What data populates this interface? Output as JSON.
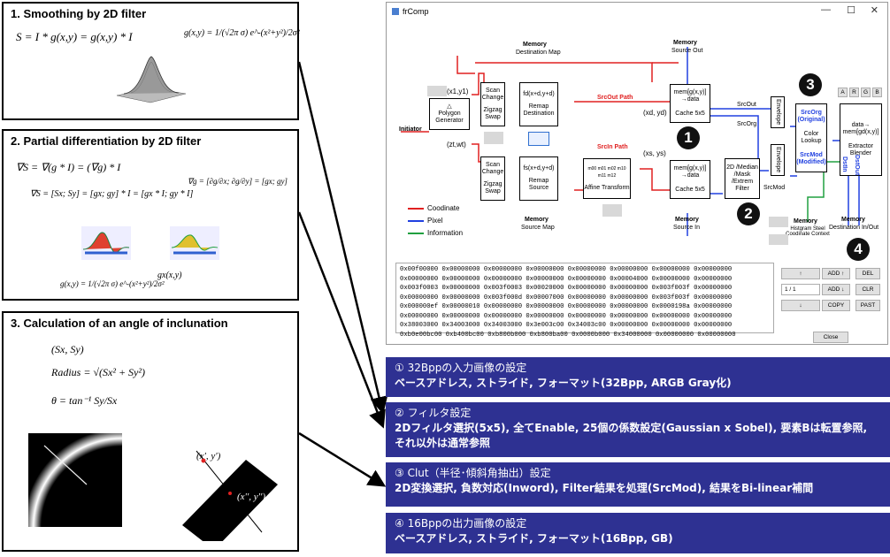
{
  "panel1": {
    "title": "1. Smoothing by 2D filter",
    "eq1": "S = I * g(x,y) = g(x,y) * I",
    "eq2": "g(x,y) = 1/(√2π σ) e^-(x²+y²)/2σ²"
  },
  "panel2": {
    "title": "2. Partial differentiation by 2D filter",
    "eq1": "∇S = ∇(g * I) = (∇g) * I",
    "eq2": "∇S = [Sx; Sy] = [gx; gy] * I = [gx * I; gy * I]",
    "eq3": "∇g = [∂g/∂x; ∂g/∂y] = [gx; gy]",
    "eq4": "g(x,y) = 1/(√2π σ) e^-(x²+y²)/2σ²",
    "eq5": "gx(x,y)"
  },
  "panel3": {
    "title": "3. Calculation of an angle of inclunation",
    "eq1": "(Sx, Sy)",
    "eq2": "Radius = √(Sx² + Sy²)",
    "eq3": "θ = tan⁻¹ Sy/Sx",
    "pt1": "(x', y')",
    "pt2": "(x'', y'')"
  },
  "window": {
    "title": "frComp",
    "min": "—",
    "max": "☐",
    "close": "✕"
  },
  "diagram": {
    "initiator": "Initiator",
    "polygon": "Polygon Generator",
    "xy1": "(x1,y1)",
    "zw": "(zt,wt)",
    "scan1": "Scan Change",
    "zig1": "Zigzag Swap",
    "scan2": "Scan Change",
    "zig2": "Zigzag Swap",
    "remapdest": "Remap Destination",
    "remapsrc": "Remap Source",
    "fxy1": "fd(x+d,y+d)",
    "fxy2": "fs(x+d,y+d)",
    "affine": "Affine Transform",
    "srcin_path": "SrcIn Path",
    "srcout_path": "SrcOut Path",
    "mem_destmap": "Memory",
    "destmap": "Destination Map",
    "mem_srcout": "Memory",
    "srcout": "Source Out",
    "mem_srcmap": "Memory",
    "srcmap": "Source Map",
    "mem_srcin": "Memory",
    "srcin": "Source In",
    "cache1": "mem[g(x,y)] →data",
    "cache1b": "Cache 5x5",
    "cache2": "mem[g(x,y)] →data",
    "cache2b": "Cache 5x5",
    "xdyd": "(xd, yd)",
    "xsys": "(xs, ys)",
    "srcout_l": "SrcOut",
    "srcorg_l": "SrcOrg",
    "srcmod_l": "SrcMod",
    "envelope": "Envelope",
    "filter": "2D /Median /Mask /Extrem Filter",
    "lookup_org": "SrcOrg (Original)",
    "lookup": "Color Lookup",
    "lookup_mod": "SrcMod (Modified)",
    "blender1": "data→ mem[gd(x,y)]",
    "blender2": "Extractor Blender",
    "mem_hist": "Memory",
    "hist": "Histgram Steel Coodinate Context",
    "mem_dest": "Memory",
    "dest": "Destination In/Out",
    "argb": [
      "A",
      "R",
      "G",
      "B"
    ],
    "legend": [
      "Coodinate",
      "Pixel",
      "Information"
    ],
    "legend_colors": [
      "#e02020",
      "#2040e0",
      "#20a040"
    ],
    "nums": [
      "1",
      "2",
      "3",
      "4"
    ],
    "dstin": "DstIn",
    "dstout": "DstOut",
    "affine_m": "m00 m01 m02 m10 m11 m12"
  },
  "hex": {
    "rows": [
      "0x00f00000 0x00000000 0x00000000 0x00000000 0x00000000 0x00000000 0x00000000 0x00000000",
      "0x00000000 0x00000000 0x00000000 0x00000000 0x00000000 0x00004000 0x00000000 0x00000000",
      "0x003f0003 0x00000000 0x003f0003 0x00020000 0x00000000 0x00000000 0x003f003f 0x00000000",
      "0x00000000 0x00000000 0x003f000d 0x00007000 0x00000000 0x00000000 0x003f003f 0x00000000",
      "0x000000ef 0x00000010 0x00000000 0x00000000 0x00000000 0x00000000 0x0000198a 0x00000000",
      "0x00000000 0x00000000 0x00000000 0x00000000 0x00000000 0x00000000 0x00000000 0x00000000",
      "0x38003000 0x34003000 0x34003000 0x3e003c00 0x34003c00 0x00000000 0x00000000 0x00000000",
      "0xb0e00bc00 0xb400bc00 0xb800b000 0xb800ba00 0x0000b000 0x34000000 0x00000000 0x00000000"
    ]
  },
  "buttons": {
    "up": "↑",
    "add_up": "ADD ↑",
    "del": "DEL",
    "page": "1 / 1",
    "add_down": "ADD ↓",
    "clr": "CLR",
    "down": "↓",
    "copy": "COPY",
    "past": "PAST",
    "close": "Close"
  },
  "bands": [
    {
      "head": "① 32Bppの入力画像の設定",
      "body": "ベースアドレス, ストライド, フォーマット(32Bpp, ARGB Gray化)"
    },
    {
      "head": "② フィルタ設定",
      "body": "2Dフィルタ選択(5x5), 全てEnable, 25個の係数設定(Gaussian x Sobel), 要素Bは転置参照, それ以外は通常参照"
    },
    {
      "head": "③ Clut（半径･傾斜角抽出）設定",
      "body": "2D変換選択, 負数対応(Inword), Filter結果を処理(SrcMod), 結果をBi-linear補間"
    },
    {
      "head": "④ 16Bppの出力画像の設定",
      "body": "ベースアドレス, ストライド, フォーマット(16Bpp, GB)"
    }
  ],
  "colors": {
    "band": "#2e3192",
    "red": "#e02020",
    "blue": "#2040e0",
    "green": "#20a040"
  }
}
